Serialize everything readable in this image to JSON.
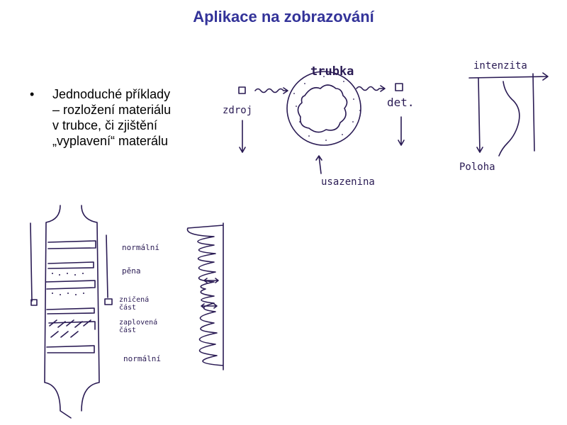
{
  "slide": {
    "title": "Aplikace na zobrazování"
  },
  "bullets": [
    {
      "text": "Jednoduché příklady\n– rozložení materiálu\nv trubce, či zjištění\n„vyplavení“ materálu"
    }
  ],
  "sketch_pipe": {
    "label_tube": "trubka",
    "label_source": "zdroj",
    "label_detector": "det.",
    "label_deposit": "usazenina"
  },
  "sketch_profile": {
    "label_intensity": "intenzita",
    "label_position": "Poloha"
  },
  "sketch_column": {
    "labels": [
      "normální",
      "pěna",
      "zničená část",
      "zaplovená část",
      "normální"
    ]
  },
  "colors": {
    "title": "#333399",
    "ink": "#2a1b54"
  }
}
